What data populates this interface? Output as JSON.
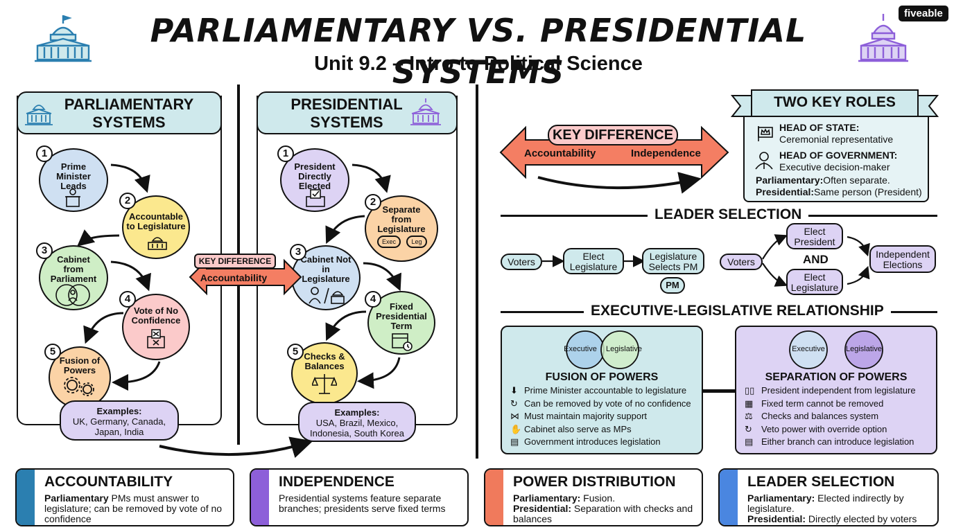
{
  "header": {
    "title": "PARLIAMENTARY VS. PRESIDENTIAL SYSTEMS",
    "subtitle": "Unit 9.2 – Intro to Political Science",
    "brand": "fiveable"
  },
  "parliamentary": {
    "title_line1": "PARLIAMENTARY",
    "title_line2": "SYSTEMS",
    "steps": [
      {
        "num": "1",
        "text": "Prime Minister Leads"
      },
      {
        "num": "2",
        "text": "Accountable to Legislature"
      },
      {
        "num": "3",
        "text": "Cabinet from Parliament"
      },
      {
        "num": "4",
        "text": "Vote of No Confidence"
      },
      {
        "num": "5",
        "text": "Fusion of Powers"
      }
    ],
    "examples_label": "Examples:",
    "examples": "UK, Germany, Canada, Japan, India"
  },
  "presidential": {
    "title_line1": "PRESIDENTIAL",
    "title_line2": "SYSTEMS",
    "steps": [
      {
        "num": "1",
        "text": "President Directly Elected"
      },
      {
        "num": "2",
        "text": "Separate from Legislature"
      },
      {
        "num": "3",
        "text": "Cabinet Not in Legislature"
      },
      {
        "num": "4",
        "text": "Fixed Presidential Term"
      },
      {
        "num": "5",
        "text": "Checks & Balances"
      }
    ],
    "exec_tag": "Exec",
    "leg_tag": "Leg",
    "examples_label": "Examples:",
    "examples": "USA, Brazil, Mexico, Indonesia, South Korea"
  },
  "middle_arrow": {
    "label": "KEY DIFFERENCE",
    "text": "Accountability"
  },
  "key_difference": {
    "label": "KEY DIFFERENCE",
    "left": "Accountability",
    "right": "Independence"
  },
  "two_key_roles": {
    "title": "TWO KEY ROLES",
    "head_state": "HEAD OF STATE:",
    "head_state_desc": "Ceremonial representative",
    "head_gov": "HEAD OF GOVERNMENT:",
    "head_gov_desc": "Executive decision-maker",
    "parl_label": "Parliamentary:",
    "parl_text": "Often separate.",
    "pres_label": "Presidential:",
    "pres_text": "Same person (President)"
  },
  "leader_selection": {
    "title": "LEADER SELECTION",
    "parl_flow": [
      "Voters",
      "Elect Legislature",
      "Legislature Selects PM"
    ],
    "pm": "PM",
    "pres_voters": "Voters",
    "elect_president": "Elect President",
    "and": "AND",
    "elect_legislature": "Elect Legislature",
    "independent": "Independent Elections"
  },
  "relationship": {
    "title": "EXECUTIVE-LEGISLATIVE RELATIONSHIP",
    "executive": "Executive",
    "legislative": "Legislative",
    "fusion": {
      "title": "FUSION OF POWERS",
      "items": [
        "Prime Minister accountable to legislature",
        "Can be removed by vote of no confidence",
        "Must maintain majority support",
        "Cabinet also serve as MPs",
        "Government introduces legislation"
      ]
    },
    "separation": {
      "title": "SEPARATION OF POWERS",
      "items": [
        "President independent from legislature",
        "Fixed term cannot be removed",
        "Checks and balances system",
        "Veto power with override option",
        "Either branch can introduce legislation"
      ]
    }
  },
  "cards": [
    {
      "title": "ACCOUNTABILITY",
      "bold": "Parliamentary",
      "text": " PMs must answer to legislature; can be removed by vote of no confidence",
      "color": "#2b7fb0"
    },
    {
      "title": "INDEPENDENCE",
      "bold": "",
      "text": "Presidential systems feature separate branches; presidents serve fixed terms",
      "color": "#8d5fd9"
    },
    {
      "title": "POWER DISTRIBUTION",
      "bold1": "Parliamentary:",
      "text1": " Fusion.",
      "bold2": "Presidential:",
      "text2": " Separation with checks and balances",
      "color": "#f07a5c"
    },
    {
      "title": "LEADER SELECTION",
      "bold1": "Parliamentary:",
      "text1": " Elected indirectly by legislature.",
      "bold2": "Presidential:",
      "text2": " Directly elected by voters",
      "color": "#4a86e0"
    }
  ],
  "colors": {
    "teal": "#cfe9ec",
    "purple": "#d9cdf2",
    "coral": "#f47e63",
    "yellow": "#fbe88e",
    "green": "#cfeec6",
    "red": "#fbcaca",
    "orange": "#fbd3a6",
    "blue": "#cfe0f2",
    "lavender": "#ddd3f4"
  }
}
